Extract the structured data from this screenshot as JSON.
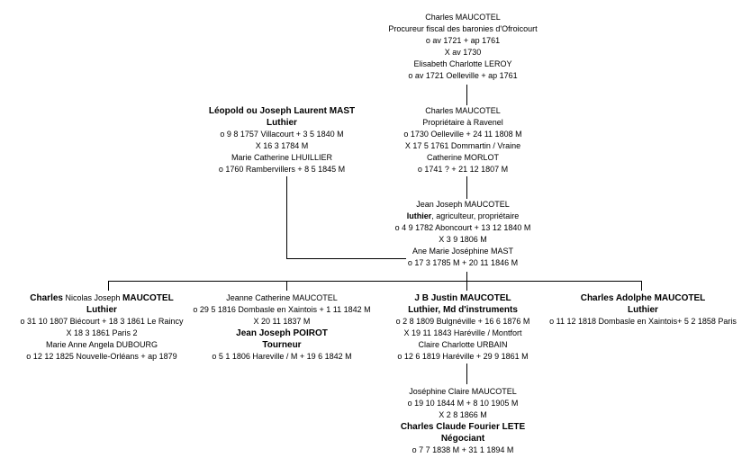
{
  "charles_sr": {
    "name": "Charles MAUCOTEL",
    "title": "Procureur fiscal des baronies d'Ofroicourt",
    "dates": "o av 1721 + ap 1761",
    "marriage": "X av 1730",
    "spouse": "Elisabeth Charlotte LEROY",
    "spouse_dates": "o av 1721 Oelleville + ap 1761"
  },
  "leopold": {
    "name": "Léopold ou Joseph Laurent MAST",
    "occupation": "Luthier",
    "dates": "o 9 8 1757 Villacourt + 3 5 1840 M",
    "marriage": "X 16 3 1784 M",
    "spouse": "Marie Catherine LHUILLIER",
    "spouse_dates": "o 1760 Rambervillers + 8 5 1845 M"
  },
  "charles_jr": {
    "name": "Charles MAUCOTEL",
    "title": "Propriétaire à Ravenel",
    "dates": "o 1730 Oelleville + 24 11 1808 M",
    "marriage": "X 17 5 1761 Dommartin / Vraine",
    "spouse": "Catherine MORLOT",
    "spouse_dates": "o 1741 ? + 21 12 1807 M"
  },
  "jean_joseph": {
    "name": "Jean Joseph MAUCOTEL",
    "occupation_bold": "luthier",
    "occupation_rest": ", agriculteur, propriétaire",
    "dates": "o 4 9 1782 Aboncourt + 13 12 1840 M",
    "marriage": "X 3 9 1806 M",
    "spouse": "Ane Marie Joséphine MAST",
    "spouse_dates": "o 17 3 1785 M + 20 11 1846 M"
  },
  "charles_nicolas": {
    "name_first": "Charles",
    "name_middle": " Nicolas Joseph ",
    "name_last": "MAUCOTEL",
    "occupation": "Luthier",
    "dates": "o 31 10 1807 Biécourt + 18 3 1861 Le Raincy",
    "marriage": "X 18 3 1861 Paris 2",
    "spouse": "Marie Anne Angela DUBOURG",
    "spouse_dates": "o 12 12 1825 Nouvelle-Orléans + ap 1879"
  },
  "jeanne": {
    "name": "Jeanne Catherine MAUCOTEL",
    "dates": "o 29 5 1816 Dombasle en Xaintois + 1 11 1842 M",
    "marriage": "X 20 11 1837 M",
    "spouse": "Jean Joseph POIROT",
    "spouse_occupation": "Tourneur",
    "spouse_dates": "o 5 1 1806 Hareville / M + 19 6 1842 M"
  },
  "jb_justin": {
    "name": "J B Justin MAUCOTEL",
    "occupation": "Luthier, Md d'instruments",
    "dates": "o 2 8 1809 Bulgnéville + 16 6 1876 M",
    "marriage": "X 19 11 1843 Haréville / Montfort",
    "spouse": "Claire Charlotte URBAIN",
    "spouse_dates": "o 12 6 1819 Haréville + 29 9 1861 M"
  },
  "charles_adolphe": {
    "name": "Charles Adolphe MAUCOTEL",
    "occupation": "Luthier",
    "dates": "o 11 12 1818 Dombasle en Xaintois+ 5 2 1858 Paris"
  },
  "josephine": {
    "name": "Joséphine Claire MAUCOTEL",
    "dates": "o 19 10 1844 M + 8 10 1905 M",
    "marriage": "X 2 8 1866 M",
    "spouse": "Charles Claude Fourier LETE",
    "spouse_occupation": "Négociant",
    "spouse_dates": "o 7 7 1838 M + 31 1 1894 M"
  }
}
